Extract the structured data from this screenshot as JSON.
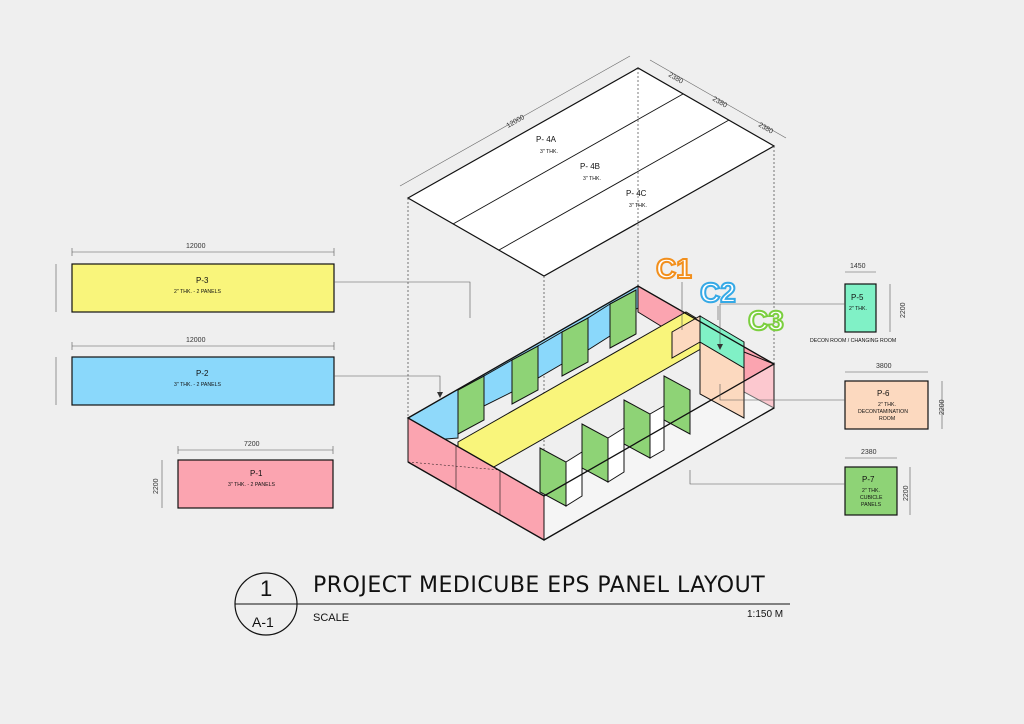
{
  "colors": {
    "background": "#efefef",
    "p1": "#fba4b0",
    "p2": "#8ad8fb",
    "p3": "#f9f57b",
    "p5": "#80f1c6",
    "p6": "#fcd9bf",
    "p7": "#8ed376",
    "c1": "#f28f1c",
    "c2": "#35a9e6",
    "c3": "#7bcf3e"
  },
  "roof": {
    "dim_length": "12000",
    "dim_widths": [
      "2380",
      "2380",
      "2380"
    ],
    "panels": [
      {
        "id": "P- 4A",
        "thk": "3\" THK."
      },
      {
        "id": "P- 4B",
        "thk": "3\" THK."
      },
      {
        "id": "P- 4C",
        "thk": "3\" THK."
      }
    ]
  },
  "panels_left": [
    {
      "id": "P-3",
      "desc": "2\" THK. - 2 PANELS",
      "dim_w": "12000"
    },
    {
      "id": "P-2",
      "desc": "3\" THK. - 2 PANELS",
      "dim_w": "12000"
    },
    {
      "id": "P-1",
      "desc": "3\" THK. - 2 PANELS",
      "dim_w": "7200",
      "dim_h": "2200"
    }
  ],
  "panels_right": [
    {
      "id": "P-5",
      "desc": "2\" THK.",
      "dim_w": "1450",
      "dim_h": "2200",
      "caption": "DECON ROOM / CHANGING ROOM"
    },
    {
      "id": "P-6",
      "desc": "2\" THK.",
      "desc2": "DECONTAMINATION",
      "desc3": "ROOM",
      "dim_w": "3800",
      "dim_h": "2200"
    },
    {
      "id": "P-7",
      "desc": "2\" THK.",
      "desc2": "CUBICLE",
      "desc3": "PANELS",
      "dim_w": "2380",
      "dim_h": "2200"
    }
  ],
  "callouts": [
    "C1",
    "C2",
    "C3"
  ],
  "title_block": {
    "number": "1",
    "sheet": "A-1",
    "title": "PROJECT MEDICUBE EPS PANEL LAYOUT",
    "scale_label": "SCALE",
    "scale_value": "1:150 M"
  }
}
